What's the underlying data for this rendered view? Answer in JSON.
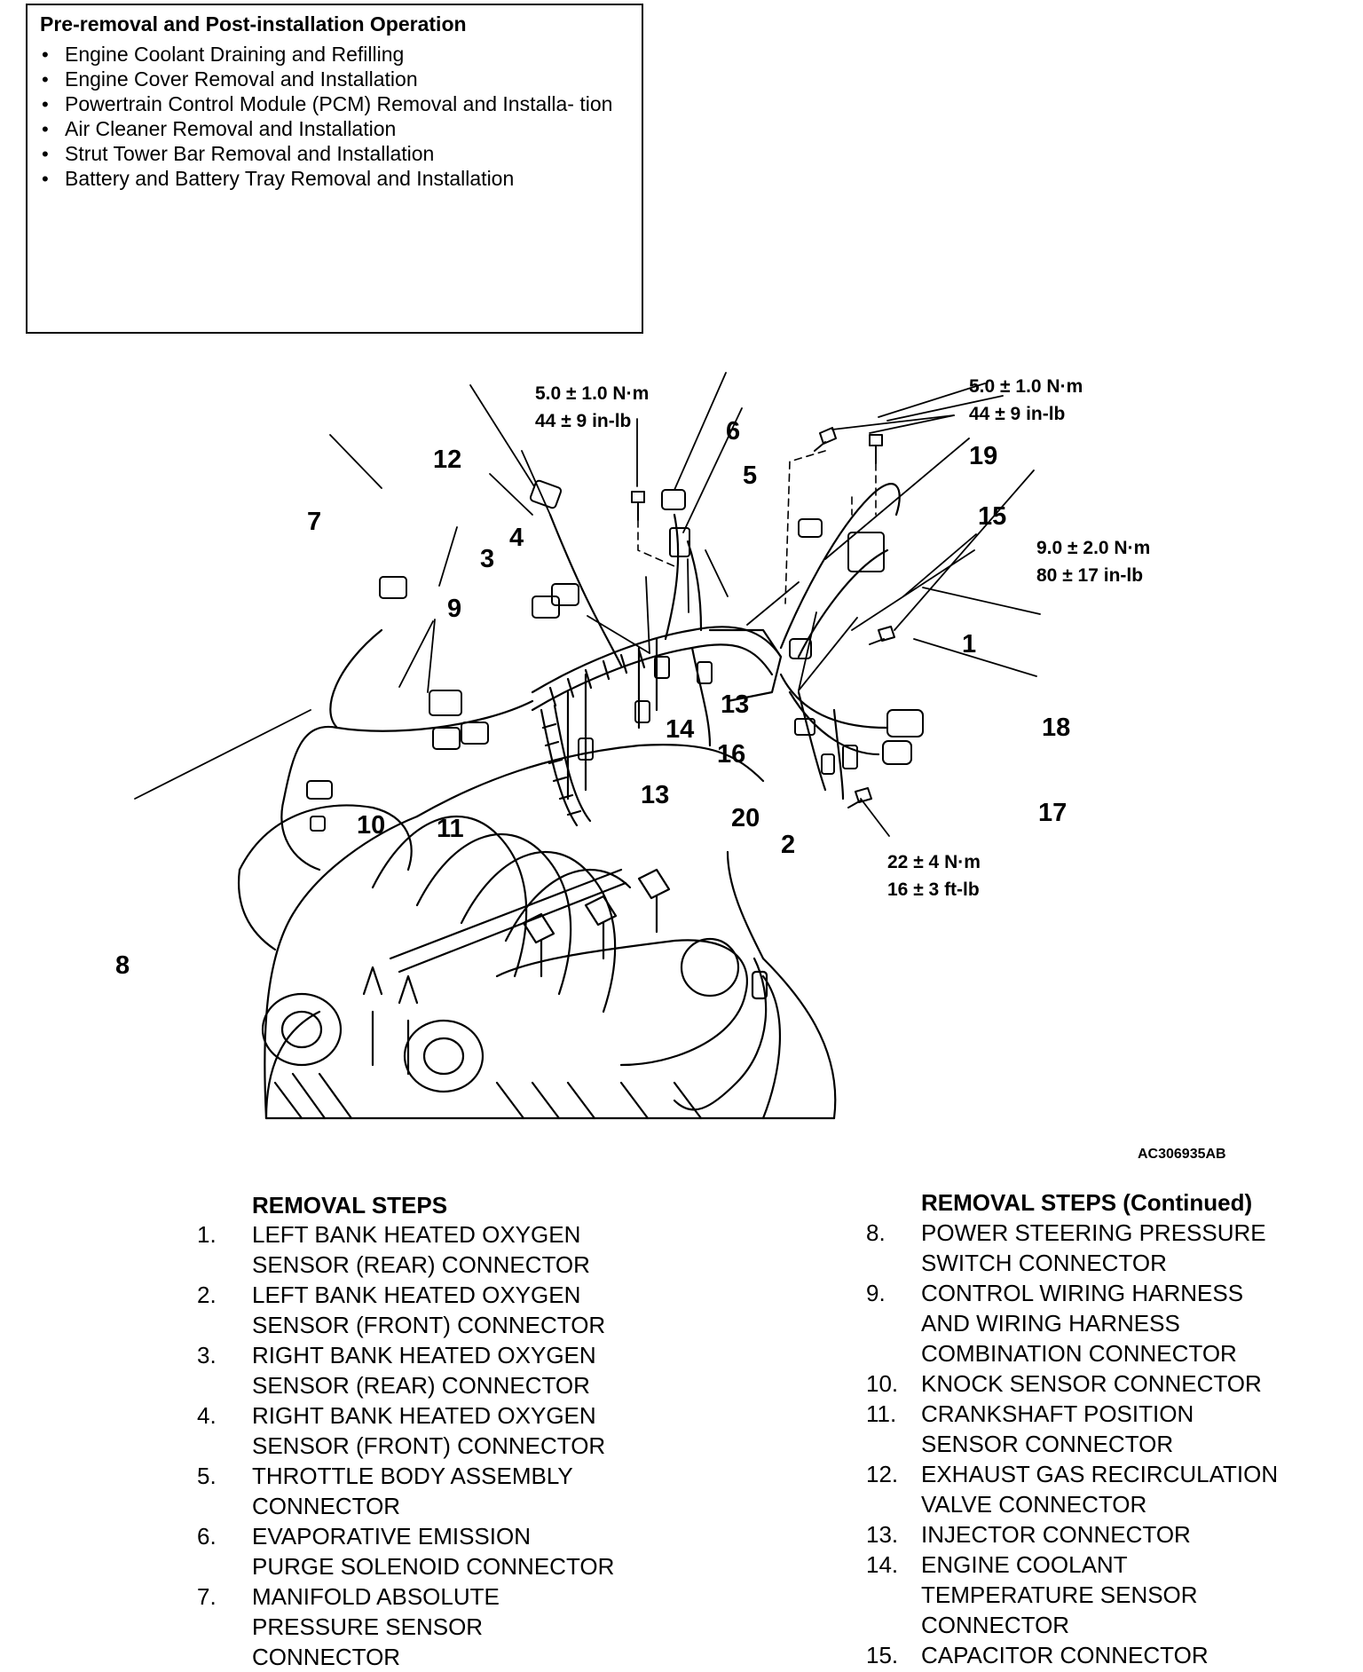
{
  "pre_removal": {
    "title": "Pre-removal and Post-installation Operation",
    "items": [
      "Engine Coolant Draining and Refilling",
      "Engine Cover Removal and Installation",
      "Powertrain Control Module (PCM) Removal and Installa- tion",
      "Air Cleaner Removal and Installation",
      "Strut Tower Bar Removal and Installation",
      "Battery and Battery Tray Removal and Installation"
    ]
  },
  "diagram": {
    "figure_code": "AC306935AB",
    "torque_specs": {
      "bolt_5_left": {
        "metric": "5.0 ± 1.0 N·m",
        "imperial": "44 ± 9 in-lb"
      },
      "bolt_5_right": {
        "metric": "5.0 ± 1.0 N·m",
        "imperial": "44 ± 9 in-lb"
      },
      "bolt_9": {
        "metric": "9.0 ± 2.0 N·m",
        "imperial": "80 ± 17 in-lb"
      },
      "bolt_22": {
        "metric": "22 ± 4 N·m",
        "imperial": "16 ± 3 ft-lb"
      }
    },
    "callouts": {
      "c1": "1",
      "c2": "2",
      "c3": "3",
      "c4": "4",
      "c5": "5",
      "c6": "6",
      "c7": "7",
      "c8": "8",
      "c9": "9",
      "c10": "10",
      "c11": "11",
      "c12": "12",
      "c13a": "13",
      "c13b": "13",
      "c14": "14",
      "c15": "15",
      "c16": "16",
      "c17": "17",
      "c18": "18",
      "c19": "19",
      "c20": "20"
    }
  },
  "removal_steps": {
    "title": "REMOVAL STEPS",
    "title_continued": "REMOVAL STEPS (Continued)",
    "left": [
      {
        "num": "1.",
        "lines": [
          "LEFT BANK HEATED OXYGEN",
          "SENSOR (REAR) CONNECTOR"
        ]
      },
      {
        "num": "2.",
        "lines": [
          "LEFT BANK HEATED OXYGEN",
          "SENSOR (FRONT) CONNECTOR"
        ]
      },
      {
        "num": "3.",
        "lines": [
          "RIGHT BANK HEATED OXYGEN",
          "SENSOR (REAR) CONNECTOR"
        ]
      },
      {
        "num": "4.",
        "lines": [
          "RIGHT BANK HEATED OXYGEN",
          "SENSOR (FRONT) CONNECTOR"
        ]
      },
      {
        "num": "5.",
        "lines": [
          "THROTTLE BODY ASSEMBLY",
          "CONNECTOR"
        ]
      },
      {
        "num": "6.",
        "lines": [
          "EVAPORATIVE EMISSION",
          "PURGE SOLENOID CONNECTOR"
        ]
      },
      {
        "num": "7.",
        "lines": [
          "MANIFOLD ABSOLUTE",
          "PRESSURE SENSOR",
          "CONNECTOR"
        ]
      }
    ],
    "right": [
      {
        "num": "8.",
        "lines": [
          "POWER STEERING PRESSURE",
          "SWITCH CONNECTOR"
        ]
      },
      {
        "num": "9.",
        "lines": [
          "CONTROL WIRING HARNESS",
          "AND WIRING HARNESS",
          "COMBINATION CONNECTOR"
        ]
      },
      {
        "num": "10.",
        "lines": [
          "KNOCK SENSOR CONNECTOR"
        ]
      },
      {
        "num": "11.",
        "lines": [
          "CRANKSHAFT POSITION",
          "SENSOR CONNECTOR"
        ]
      },
      {
        "num": "12.",
        "lines": [
          "EXHAUST GAS RECIRCULATION",
          "VALVE CONNECTOR"
        ]
      },
      {
        "num": "13.",
        "lines": [
          "INJECTOR CONNECTOR"
        ]
      },
      {
        "num": "14.",
        "lines": [
          "ENGINE COOLANT",
          "TEMPERATURE SENSOR",
          "CONNECTOR"
        ]
      },
      {
        "num": "15.",
        "lines": [
          "CAPACITOR CONNECTOR"
        ]
      }
    ]
  }
}
